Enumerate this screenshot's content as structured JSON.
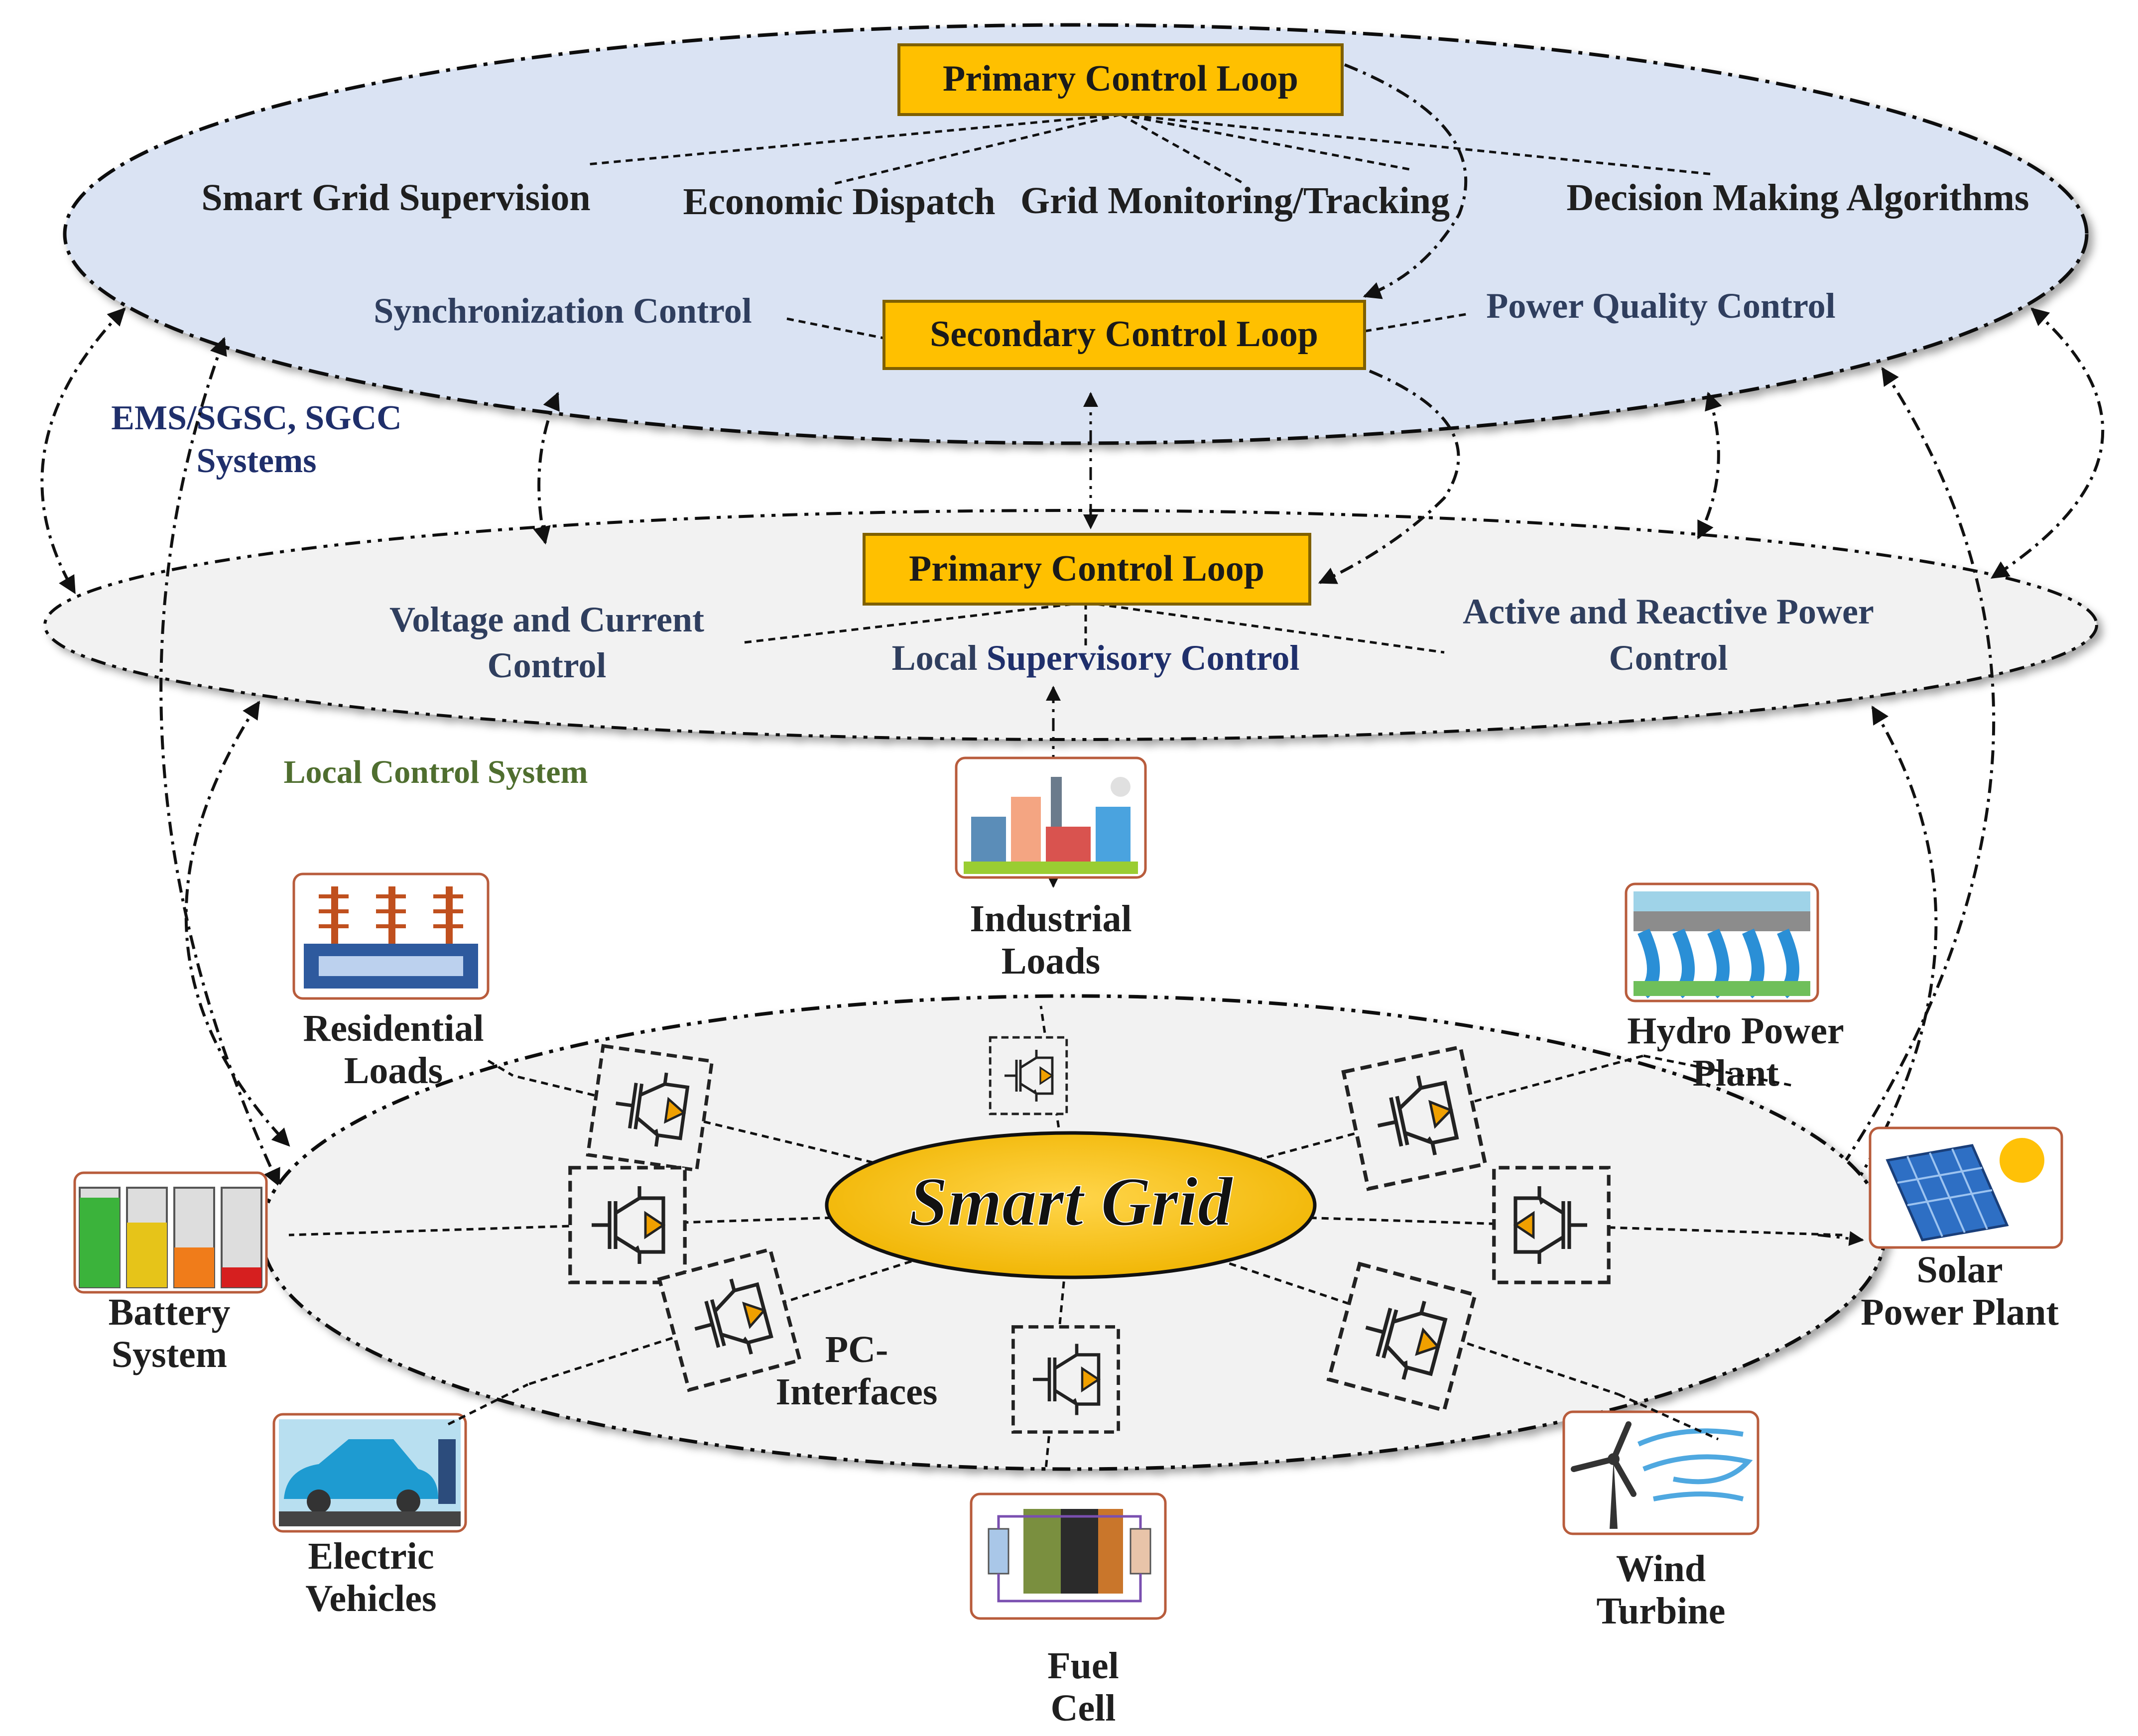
{
  "supervisory_layer": {
    "box_top": "Primary Control Loop",
    "functions": [
      "Smart Grid Supervision",
      "Economic Dispatch",
      "Grid Monitoring/Tracking",
      "Decision Making Algorithms"
    ],
    "box_secondary": "Secondary Control Loop",
    "left_label": "Synchronization Control",
    "right_label": "Power Quality Control",
    "system_label_line1": "EMS/SGSC, SGCC",
    "system_label_line2": "Systems"
  },
  "local_layer": {
    "box": "Primary Control Loop",
    "left_line1": "Voltage and Current",
    "left_line2": "Control",
    "center_prefix": "Local ",
    "center_suffix": "Supervisory Control",
    "right_line1": "Active and Reactive Power",
    "right_line2": "Control",
    "system_label": "Local Control System"
  },
  "grid": {
    "title": "Smart Grid",
    "interfaces_line1": "PC-",
    "interfaces_line2": "Interfaces"
  },
  "assets": [
    {
      "id": "industrial",
      "line1": "Industrial",
      "line2": "Loads"
    },
    {
      "id": "residential",
      "line1": "Residential",
      "line2": "Loads"
    },
    {
      "id": "hydro",
      "line1": "Hydro Power",
      "line2": "Plant"
    },
    {
      "id": "battery",
      "line1": "Battery",
      "line2": "System"
    },
    {
      "id": "solar",
      "line1": "Solar",
      "line2": "Power Plant"
    },
    {
      "id": "ev",
      "line1": "Electric",
      "line2": "Vehicles"
    },
    {
      "id": "fuelcell",
      "line1": "Fuel",
      "line2": "Cell"
    },
    {
      "id": "wind",
      "line1": "Wind",
      "line2": "Turbine"
    }
  ],
  "colors": {
    "top_ellipse_fill": "#dae3f3",
    "box_fill": "#ffc000",
    "box_border": "#7f6000",
    "local_ellipse_fill": "#f2f2f2",
    "smart_grid_fill": "#ffc000",
    "navy_text": "#1f2f6b",
    "green_text": "#4f6e2f"
  },
  "icons": [
    "industry-icon",
    "substation-icon",
    "dam-icon",
    "battery-levels-icon",
    "solar-panel-icon",
    "electric-car-icon",
    "fuel-cell-icon",
    "wind-turbine-icon",
    "igbt-converter-icon"
  ]
}
